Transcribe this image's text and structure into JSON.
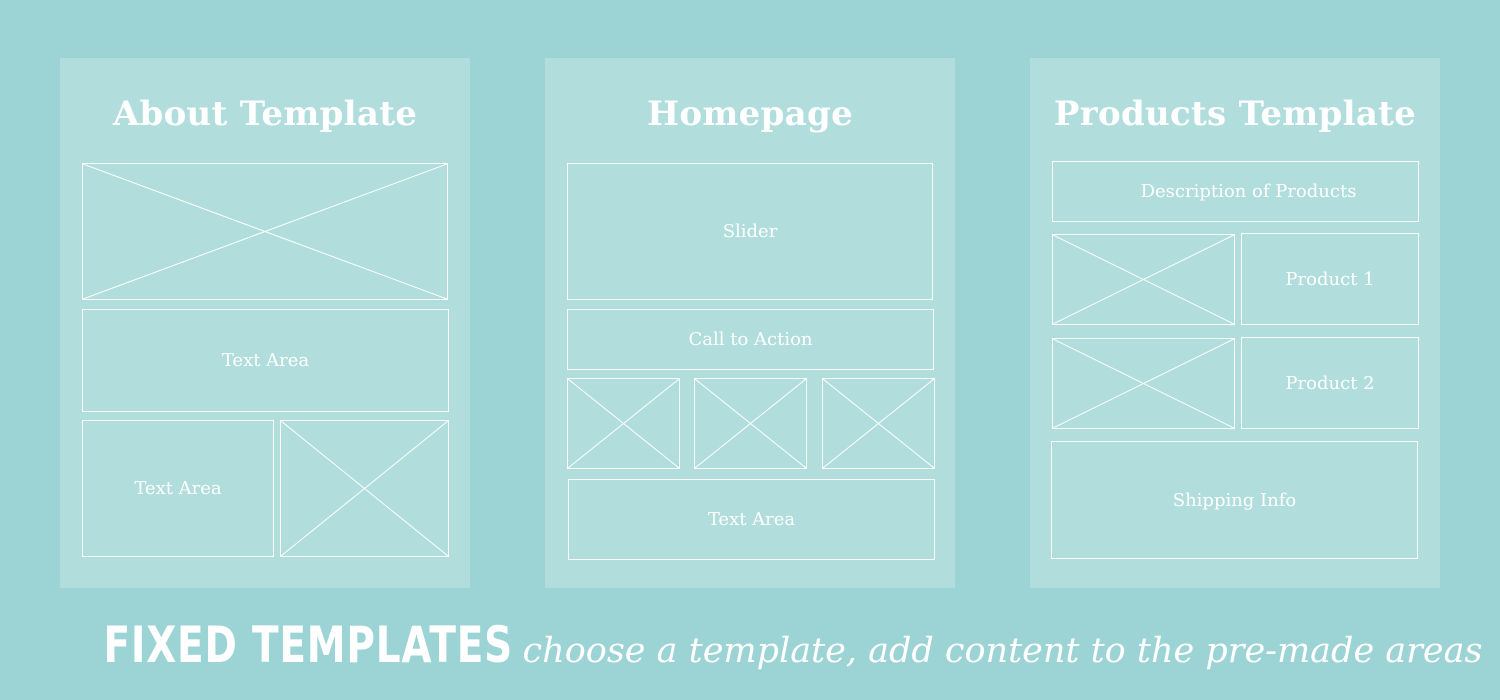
{
  "colors": {
    "background": "#9cd3d4",
    "panel": "#b1dddd",
    "stroke": "#ffffff"
  },
  "panels": [
    {
      "title": "About Template",
      "areas": [
        "Text Area",
        "Text Area"
      ]
    },
    {
      "title": "Homepage",
      "areas": [
        "Slider",
        "Call to Action",
        "Text Area"
      ]
    },
    {
      "title": "Products Template",
      "areas": [
        "Description of Products",
        "Product 1",
        "Product 2",
        "Shipping Info"
      ]
    }
  ],
  "footer": {
    "heading": "FIXED TEMPLATES",
    "subtitle": "choose a template, add content to the pre-made areas"
  }
}
